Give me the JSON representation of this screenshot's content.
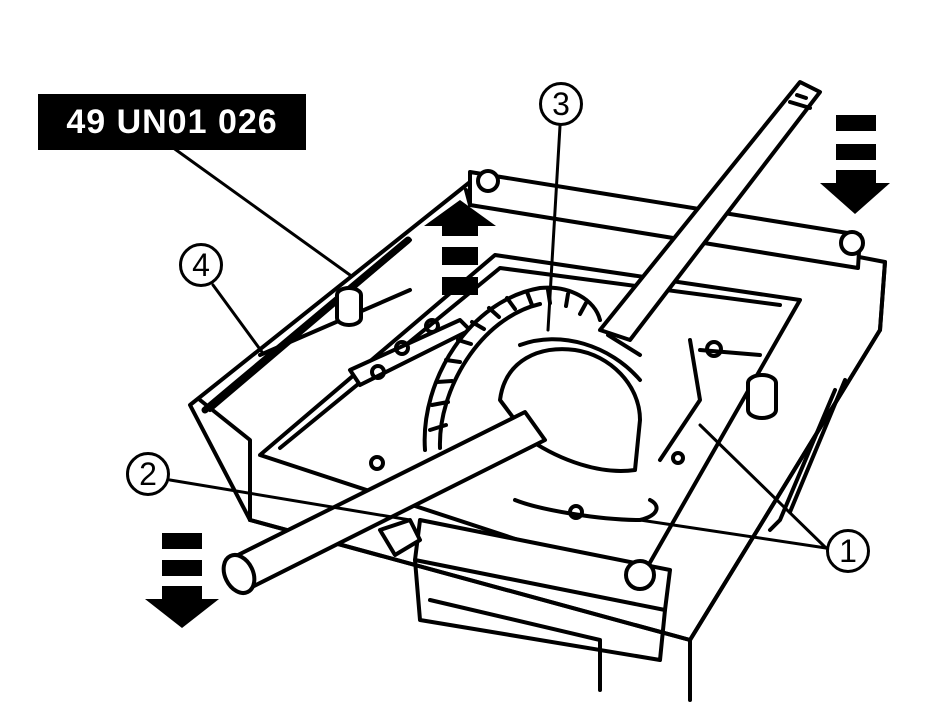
{
  "tool_label": "49 UN01 026",
  "callouts": {
    "c1": "1",
    "c2": "2",
    "c3": "3",
    "c4": "4"
  },
  "colors": {
    "ink": "#000000",
    "paper": "#ffffff"
  }
}
